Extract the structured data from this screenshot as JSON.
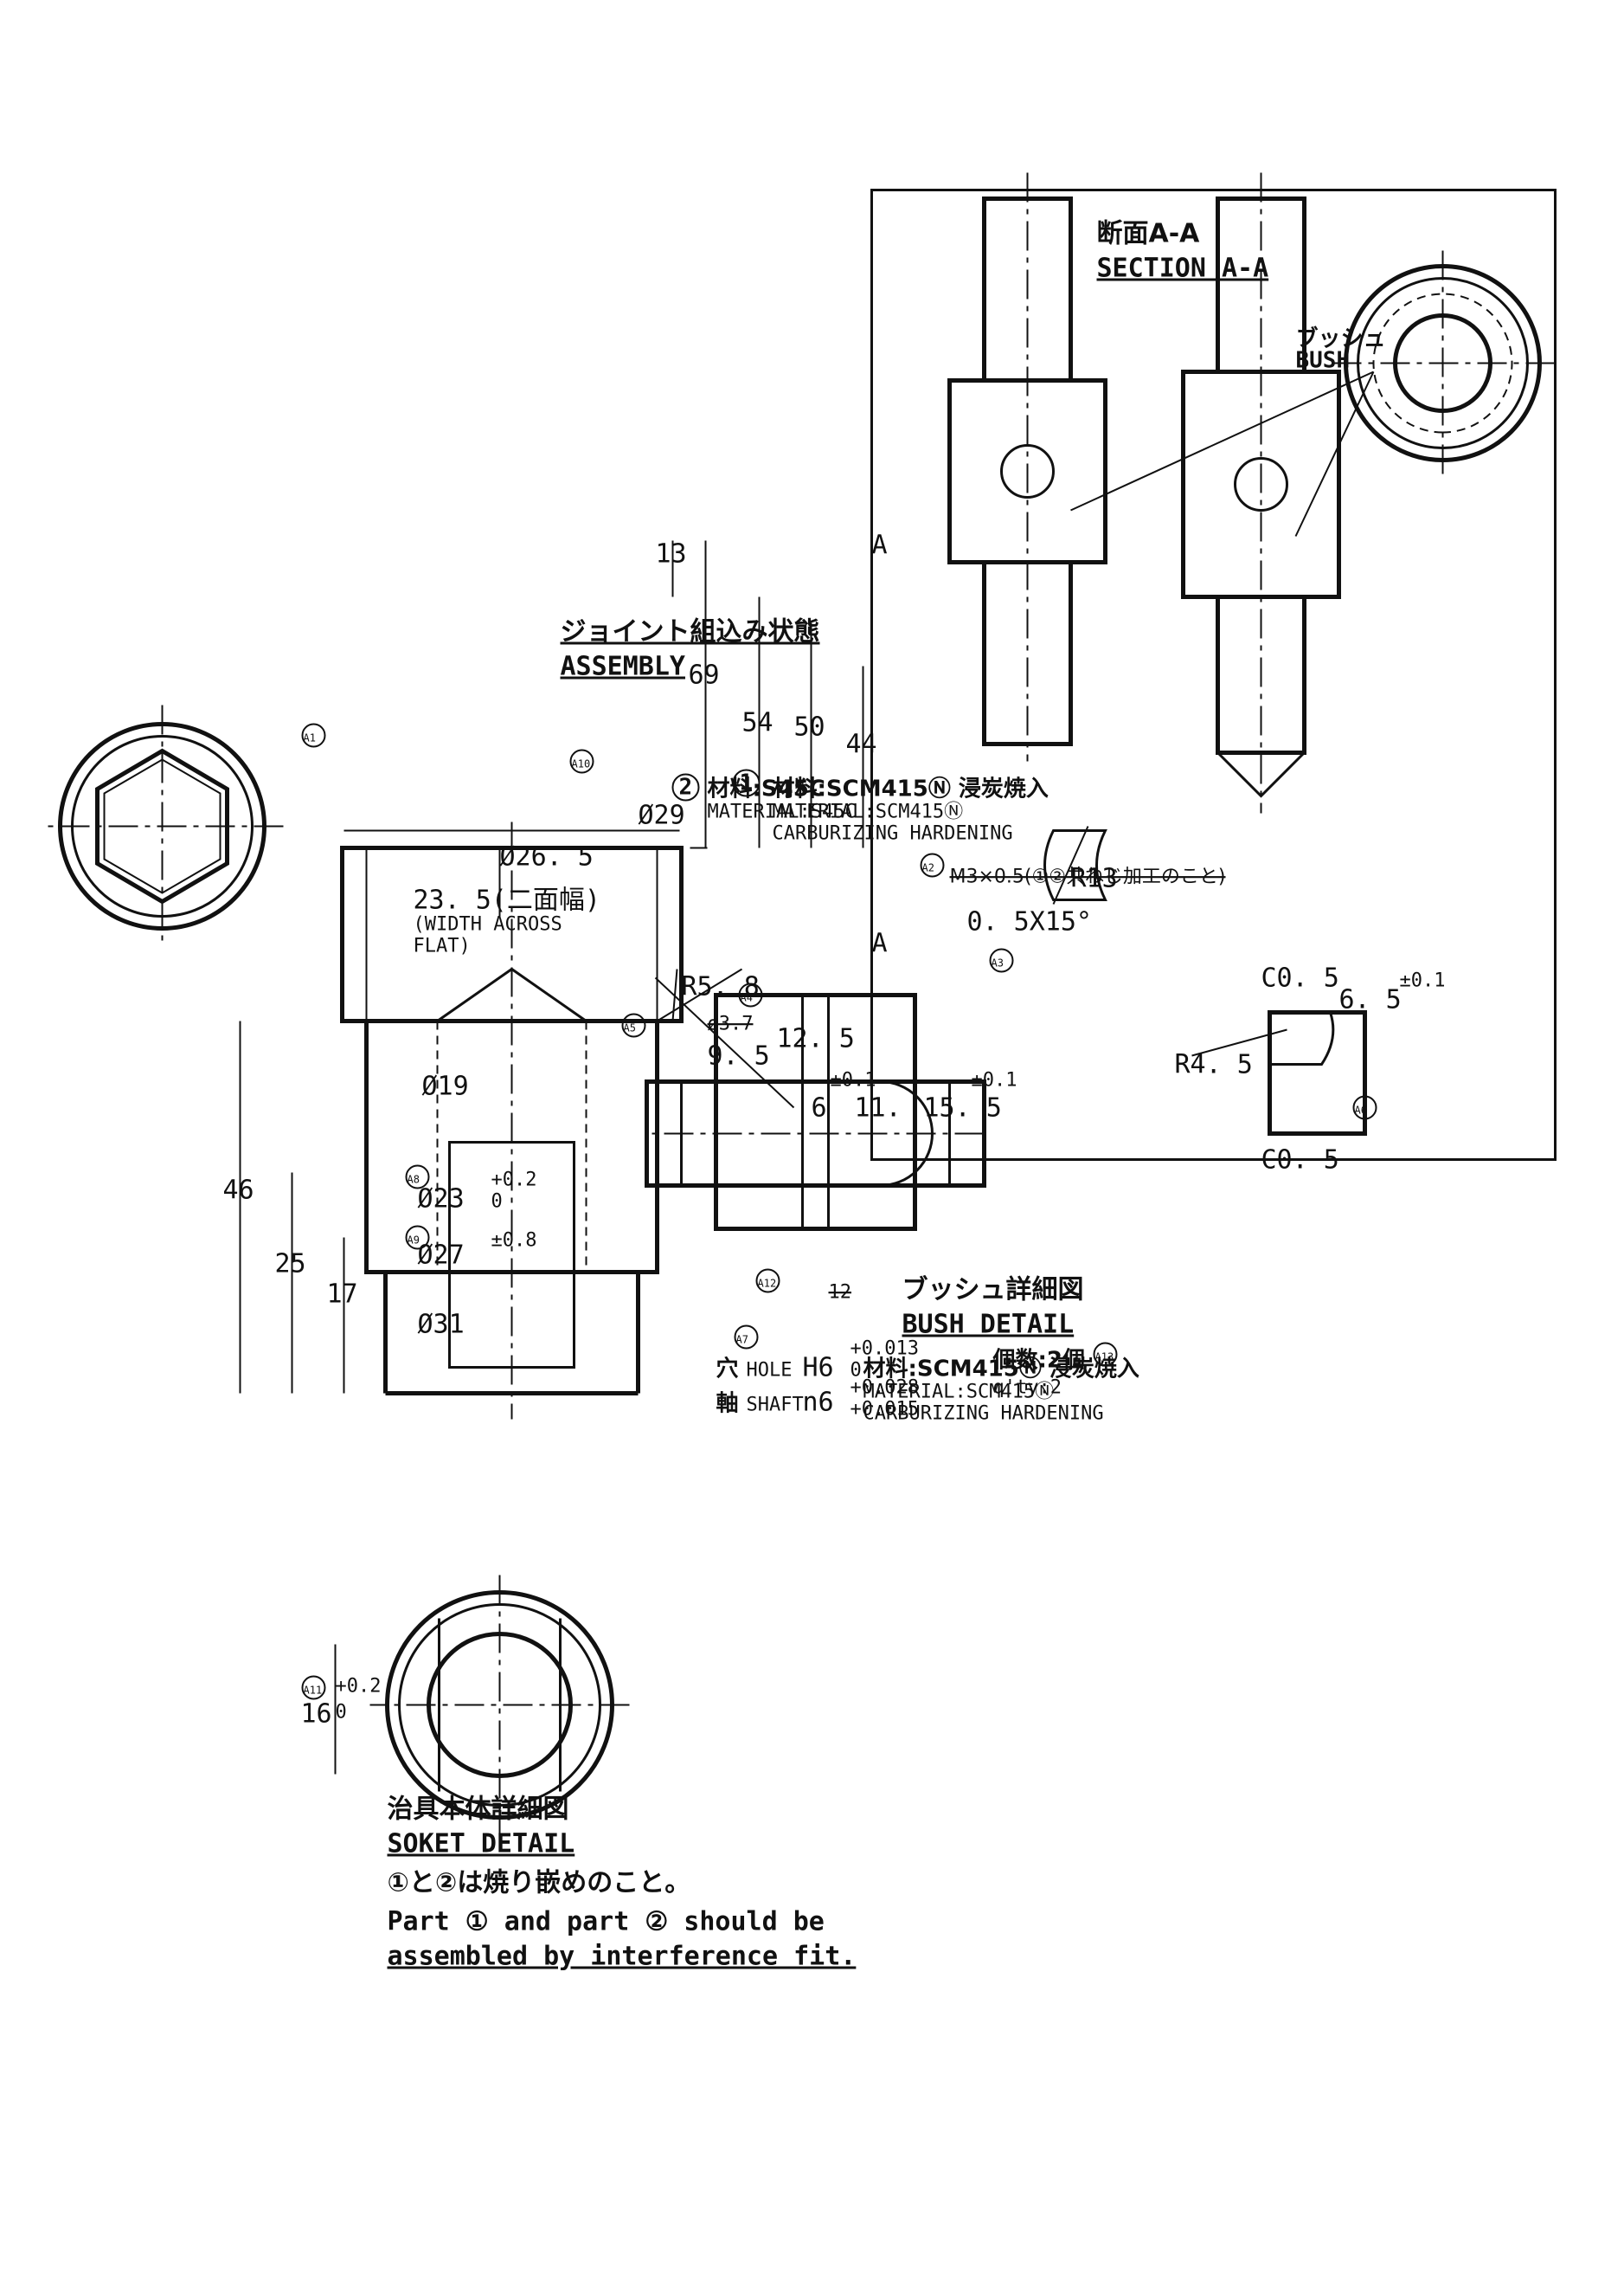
{
  "socket": {
    "dims": {
      "d29": "Ø29",
      "d26_5": "Ø26. 5",
      "flat_width": "23. 5(二面幅)",
      "flat_note": "(WIDTH ACROSS",
      "flat_note2": "FLAT)",
      "d19": "Ø19",
      "d23": "Ø23",
      "d23_tol": "+0.2",
      "d23_tol_low": "0",
      "d27": "Ø27",
      "d27_tol": "±0.8",
      "d31": "Ø31",
      "len69": "69",
      "len54": "54",
      "len50": "50",
      "len44": "44",
      "len13": "13",
      "len17": "17",
      "len25": "25",
      "len46": "46",
      "end_view_width": "16",
      "end_view_tol": "+0.2",
      "end_view_tol_low": "0"
    },
    "fit": {
      "hole_jp": "穴",
      "hole": "HOLE",
      "hole_fit": "H6",
      "hole_tol": "+0.013",
      "hole_tol_low": "0",
      "shaft_jp": "軸",
      "shaft": "SHAFT",
      "shaft_fit": "n6",
      "shaft_tol": "+0.028",
      "shaft_tol_low": "+0.015"
    },
    "materials": {
      "part1_num": "1",
      "part1_jp": "材料:SCM415Ⓝ 浸炭焼入",
      "part1_en": "MATERIAL:SCM415Ⓝ",
      "part1_treat": "CARBURIZING HARDENING",
      "part2_num": "2",
      "part2_jp": "材料:S45C",
      "part2_en": "MATERIAL:S45C"
    },
    "thread_note": "M3×0.5(①②共ねじ加工のこと)",
    "title_jp": "治具本体詳細図",
    "title_en": "SOKET DETAIL",
    "note_jp": "①と②は焼り嵌めのこと。",
    "note_en1": "Part ① and part ② should be",
    "note_en2": "assembled by interference fit."
  },
  "bush": {
    "dims": {
      "d12_5": "12. 5",
      "d9_5": "9. 5",
      "r5_8": "R5. 8",
      "d15_5": "15. 5",
      "d15_5_tol": "±0.1",
      "d11": "11.",
      "d6": "6",
      "d6_tol": "±0.1",
      "chamfer": "0. 5X15°",
      "r13": "R13",
      "d6_5": "6. 5",
      "d6_5_tol": "±0.1",
      "c05a": "C0. 5",
      "c05b": "C0. 5",
      "r4_5": "R4. 5",
      "struck1": "ø3.7",
      "struck2": "12"
    },
    "title_jp": "ブッシュ詳細図",
    "title_en": "BUSH DETAIL",
    "material_jp": "材料:SCM415Ⓝ 浸炭焼入",
    "material_en": "MATERIAL:SCM415Ⓝ",
    "treatment": "CARBURIZING HARDENING",
    "qty_jp": "個数:2個",
    "qty_en": "q'ty:2"
  },
  "assembly": {
    "bush_jp": "ブッシュ",
    "bush_en": "BUSH",
    "section_mark": "A",
    "section_mark2": "A",
    "section_jp": "断面A-A",
    "section_en": "SECTION A-A",
    "title_jp": "ジョイント組込み状態",
    "title_en": "ASSEMBLY"
  },
  "revision_marks": [
    "A1",
    "A2",
    "A3",
    "A4",
    "A5",
    "A6",
    "A7",
    "A8",
    "A9",
    "A10",
    "A11",
    "A12",
    "A13"
  ]
}
